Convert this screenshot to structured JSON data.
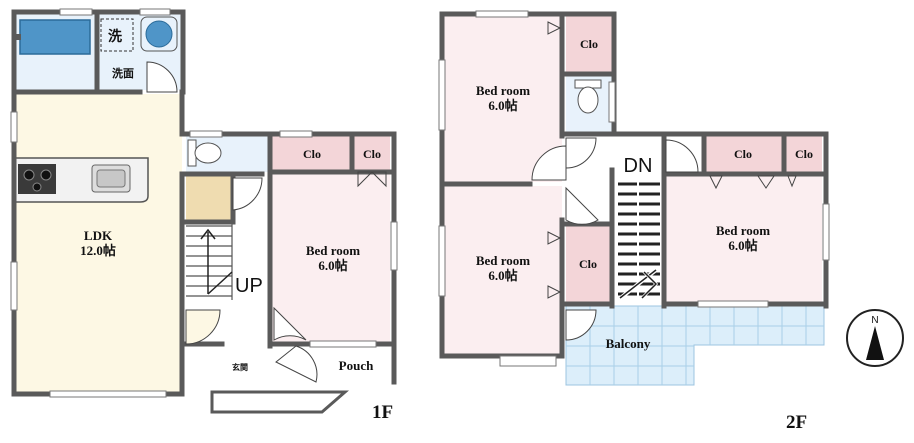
{
  "floor1": {
    "label": "1F",
    "rooms": {
      "laundry_kanji": "洗",
      "washroom": "洗面",
      "ldk_name": "LDK",
      "ldk_size": "12.0帖",
      "clo_a": "Clo",
      "clo_b": "Clo",
      "bed_name": "Bed room",
      "bed_size": "6.0帖",
      "entrance": "玄関",
      "pouch": "Pouch",
      "stair": "UP"
    }
  },
  "floor2": {
    "label": "2F",
    "rooms": {
      "bed_tl_name": "Bed room",
      "bed_tl_size": "6.0帖",
      "clo_tl": "Clo",
      "bed_bl_name": "Bed room",
      "bed_bl_size": "6.0帖",
      "clo_bl": "Clo",
      "clo_r1": "Clo",
      "clo_r2": "Clo",
      "bed_r_name": "Bed room",
      "bed_r_size": "6.0帖",
      "balcony": "Balcony",
      "stair": "DN"
    }
  },
  "compass": {
    "label": "N"
  },
  "colors": {
    "wall": "#5a5a5a",
    "bath": "#e8f2fb",
    "ldk": "#fdf8e4",
    "bed": "#fbeef0",
    "clo": "#f3d5d8",
    "storage": "#efdcb0",
    "balcony": "#dceefa",
    "window": "#bfe0f5"
  }
}
